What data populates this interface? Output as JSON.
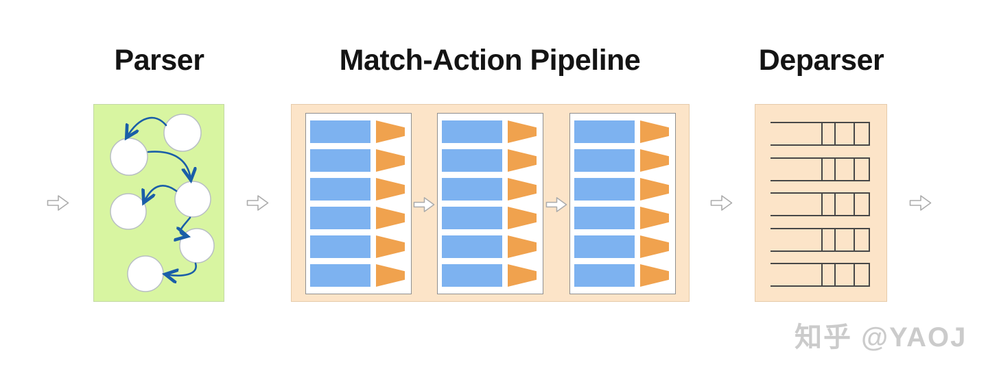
{
  "titles": {
    "parser": "Parser",
    "pipeline": "Match-Action Pipeline",
    "deparser": "Deparser"
  },
  "parser": {
    "state_node_count": 6,
    "transition_arrow_count": 5
  },
  "pipeline": {
    "stage_count": 3,
    "rows_per_stage": 6,
    "inter_stage_arrow_count": 2
  },
  "deparser": {
    "row_count": 5,
    "cells_per_row": 3
  },
  "flow": {
    "outer_arrow_count": 4
  },
  "watermark": {
    "text": "知乎 @YAOJ"
  },
  "colors": {
    "parser_fill": "#d8f5a1",
    "parser_border": "#c2d8a4",
    "pipeline_fill": "#fce4c8",
    "pipeline_border": "#e5caa9",
    "stage_border": "#8f8f8f",
    "match_blue": "#7db2f0",
    "action_orange": "#f0a24e",
    "state_circle_fill": "#ffffff",
    "state_circle_stroke": "#b8bec4",
    "transition_arrow": "#1a5ea8",
    "packet_line": "#474747",
    "flow_arrow_stroke": "#ababab",
    "flow_arrow_fill": "#ffffff",
    "title_color": "#141414",
    "watermark_color": "#cbcbcb"
  }
}
